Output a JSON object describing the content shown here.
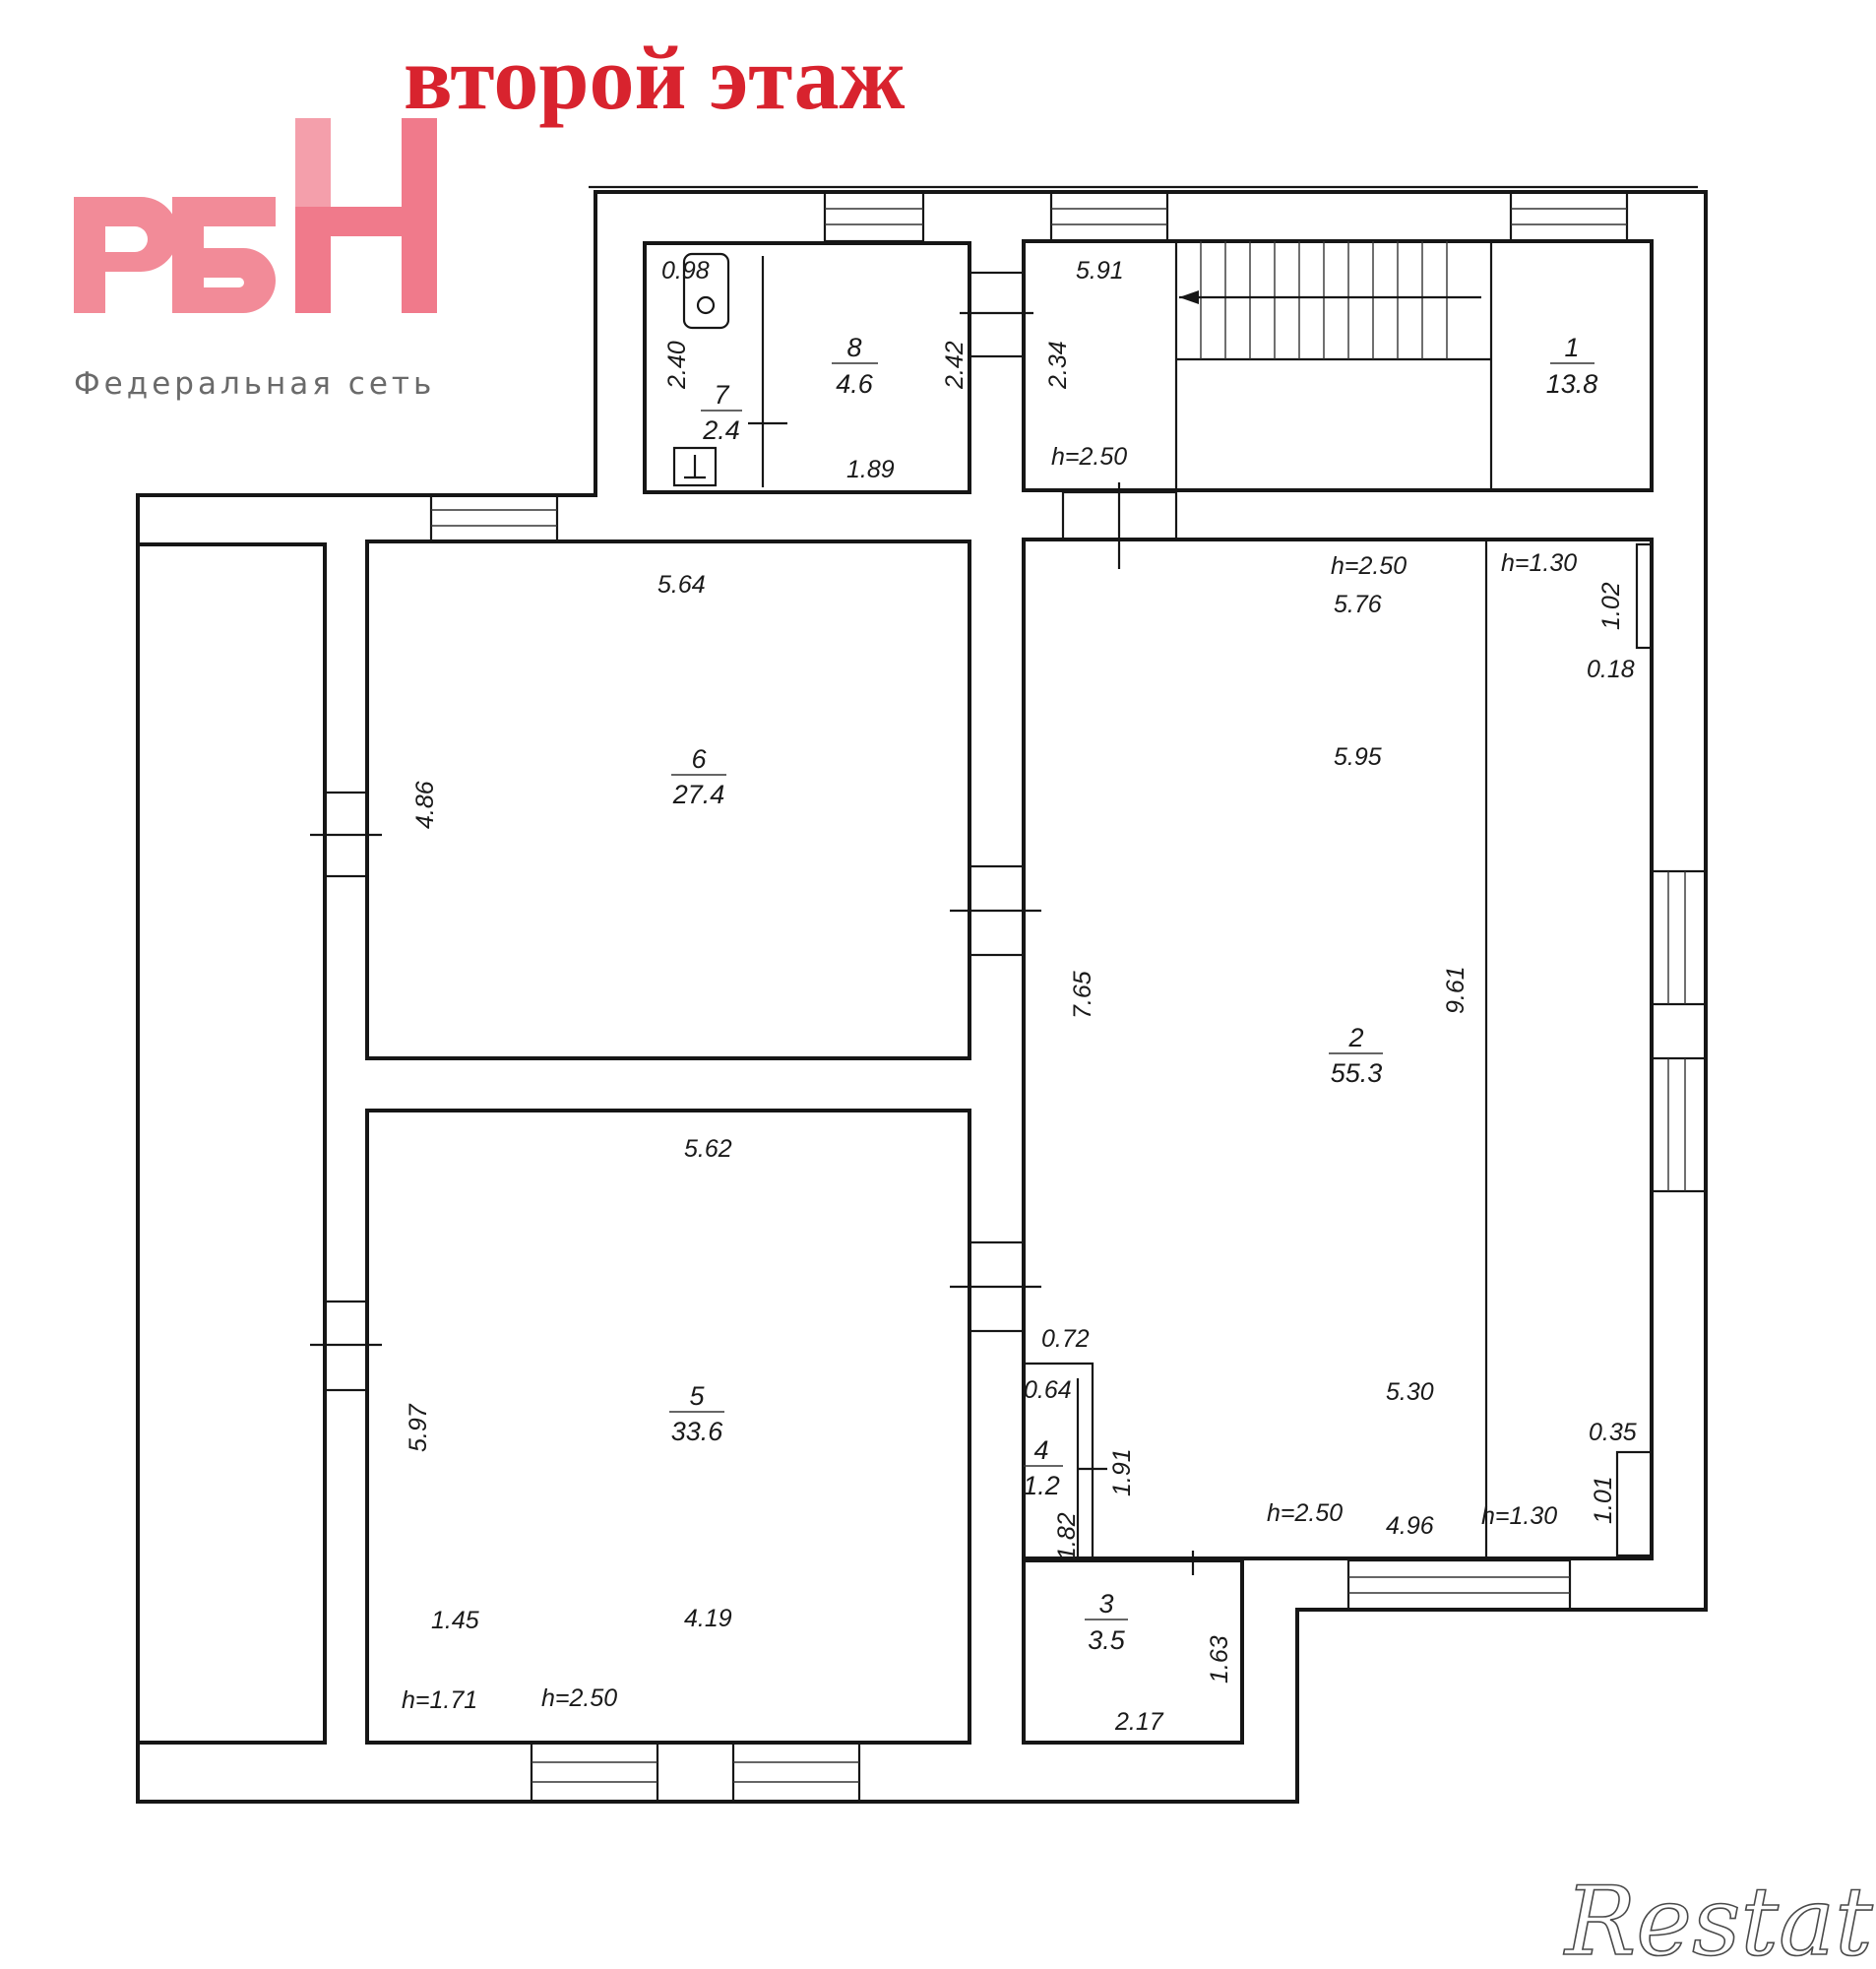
{
  "title": "второй этаж",
  "logo": {
    "letters": "РБН",
    "subtitle": "Федеральная сеть",
    "color": "#f28b98"
  },
  "watermark": "Restate",
  "rooms": [
    {
      "number": "1",
      "area": "13.8"
    },
    {
      "number": "2",
      "area": "55.3"
    },
    {
      "number": "3",
      "area": "3.5"
    },
    {
      "number": "4",
      "area": "1.2"
    },
    {
      "number": "5",
      "area": "33.6"
    },
    {
      "number": "6",
      "area": "27.4"
    },
    {
      "number": "7",
      "area": "2.4"
    },
    {
      "number": "8",
      "area": "4.6"
    }
  ],
  "dimensions": {
    "d_098": "0.98",
    "d_240": "2.40",
    "d_189": "1.89",
    "d_242": "2.42",
    "d_591": "5.91",
    "d_234": "2.34",
    "h_top": "h=2.50",
    "d_564": "5.64",
    "d_486": "4.86",
    "h_r2a": "h=2.50",
    "h_r2b": "h=1.30",
    "d_576": "5.76",
    "d_102": "1.02",
    "d_018": "0.18",
    "d_595": "5.95",
    "d_765": "7.65",
    "d_961": "9.61",
    "d_562": "5.62",
    "d_597": "5.97",
    "d_145": "1.45",
    "d_419": "4.19",
    "h_171": "h=1.71",
    "h_r5": "h=2.50",
    "d_072": "0.72",
    "d_064": "0.64",
    "d_191": "1.91",
    "d_182": "1.82",
    "d_530": "5.30",
    "d_035": "0.35",
    "d_101": "1.01",
    "h_r2c": "h=2.50",
    "d_496": "4.96",
    "h_r2d": "h=1.30",
    "d_163": "1.63",
    "d_217": "2.17"
  }
}
